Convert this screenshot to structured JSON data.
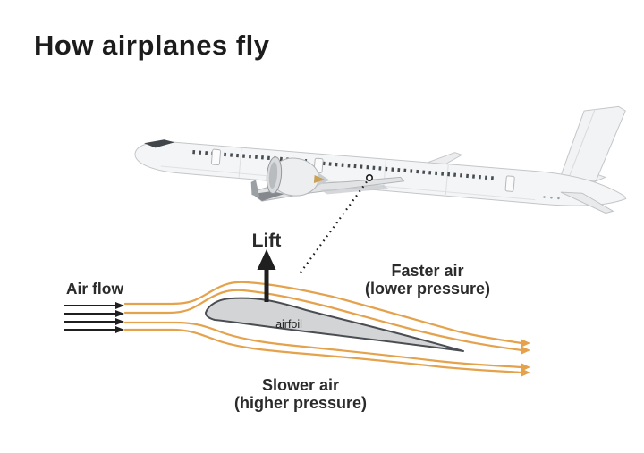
{
  "title": "How airplanes fly",
  "colors": {
    "streamline": "#E5A24C",
    "black_arrow": "#1F1F1F",
    "airfoil_fill": "#D3D4D5",
    "airfoil_stroke": "#4A4E52",
    "label_text": "#2B2B2B",
    "plane_body": "#F4F5F6",
    "plane_outline": "#C3C6C8"
  },
  "labels": {
    "air_flow": "Air flow",
    "lift": "Lift",
    "airfoil": "airfoil",
    "faster_air_line1": "Faster air",
    "faster_air_line2": "(lower pressure)",
    "slower_air_line1": "Slower air",
    "slower_air_line2": "(higher pressure)"
  }
}
